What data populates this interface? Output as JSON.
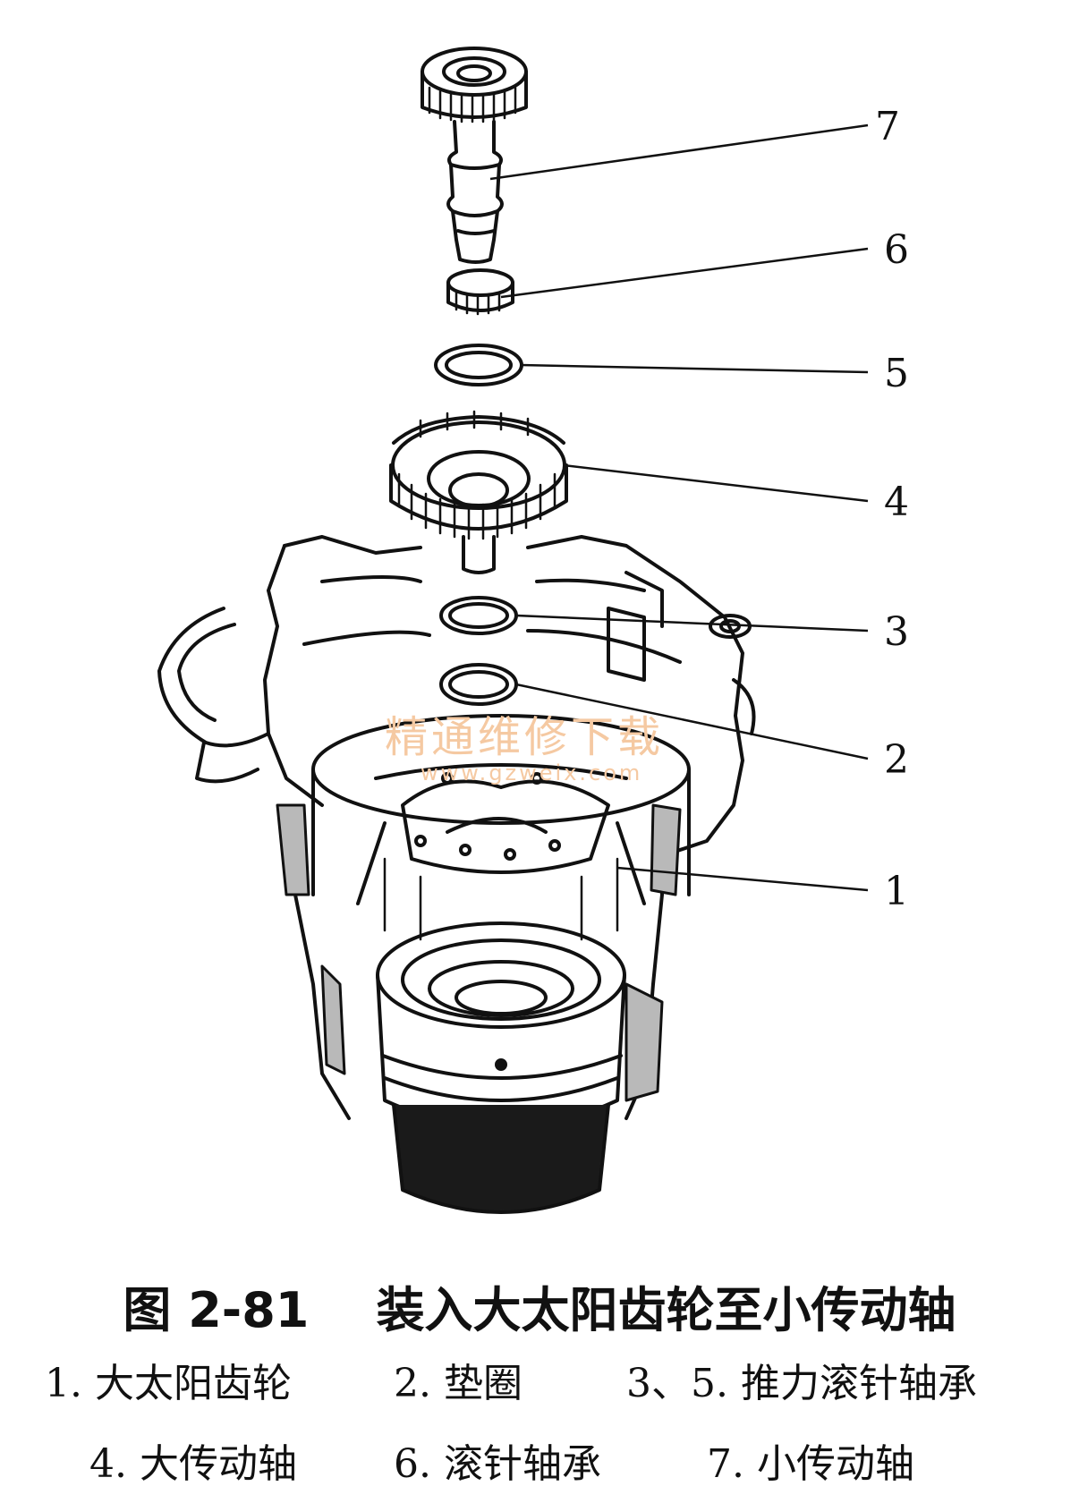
{
  "watermark": {
    "text": "精通维修下载",
    "url": "www.gzweix.com"
  },
  "callouts": [
    "7",
    "6",
    "5",
    "4",
    "3",
    "2",
    "1"
  ],
  "caption": {
    "figure_number": "图 2-81",
    "title": "装入大太阳齿轮至小传动轴"
  },
  "legend": [
    {
      "number": "1.",
      "label": "大太阳齿轮"
    },
    {
      "number": "2.",
      "label": "垫圈"
    },
    {
      "number": "3、5.",
      "label": "推力滚针轴承"
    },
    {
      "number": "4.",
      "label": "大传动轴"
    },
    {
      "number": "6.",
      "label": "滚针轴承"
    },
    {
      "number": "7.",
      "label": "小传动轴"
    }
  ],
  "colors": {
    "ink": "#111111",
    "watermark": "#f5c9a2",
    "background": "#ffffff"
  }
}
